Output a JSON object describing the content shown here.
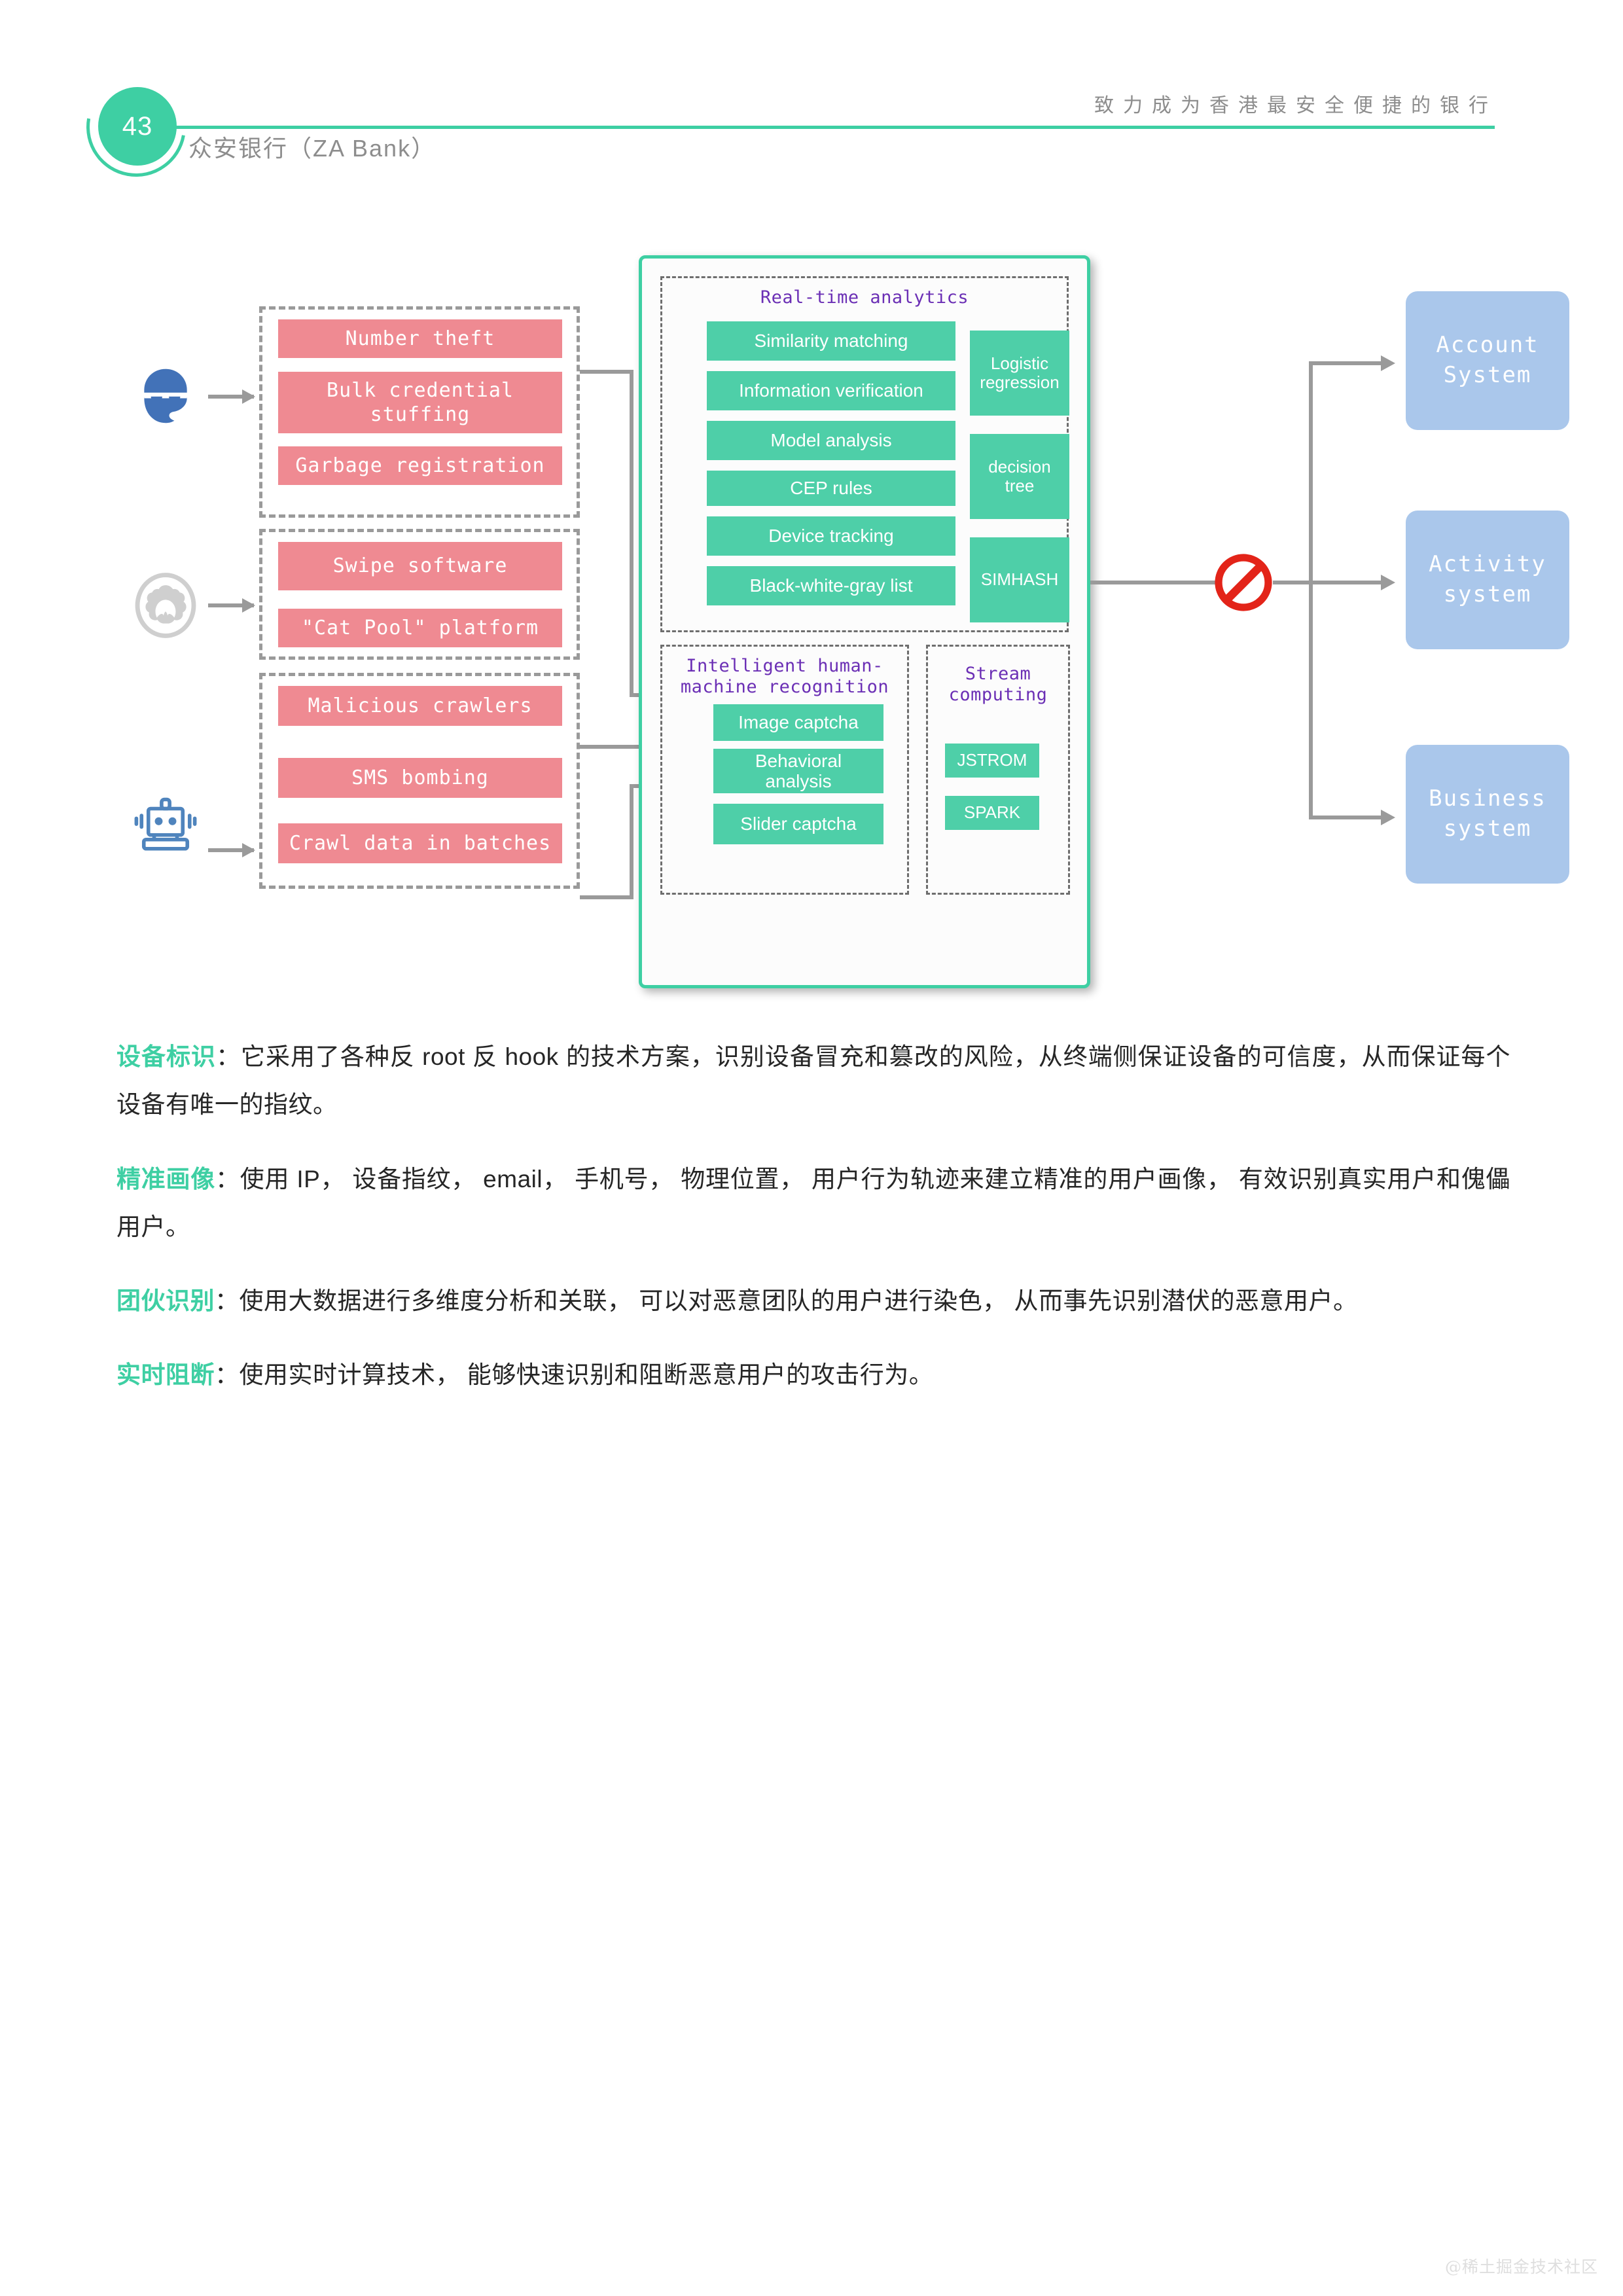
{
  "header": {
    "page_number": "43",
    "subtitle": "众安银行（ZA Bank）",
    "tagline": "致力成为香港最安全便捷的银行"
  },
  "diagram": {
    "actors": [
      {
        "icon": "hacker-icon",
        "name": "hacker"
      },
      {
        "icon": "sheep-icon",
        "name": "wool-party"
      },
      {
        "icon": "robot-icon",
        "name": "bot"
      }
    ],
    "threat_groups": [
      {
        "group": "hacker-threats",
        "items": [
          "Number theft",
          "Bulk credential\nstuffing",
          "Garbage registration"
        ]
      },
      {
        "group": "wool-party-threats",
        "items": [
          "Swipe software",
          "\"Cat Pool\" platform"
        ]
      },
      {
        "group": "bot-threats",
        "items": [
          "Malicious crawlers",
          "SMS bombing",
          "Crawl data in batches"
        ]
      }
    ],
    "engine": {
      "realtime": {
        "title": "Real-time analytics",
        "left_items": [
          "Similarity matching",
          "Information verification",
          "Model analysis",
          "CEP rules",
          "Device tracking",
          "Black-white-gray list"
        ],
        "right_items": [
          "Logistic\nregression",
          "decision\ntree",
          "SIMHASH"
        ]
      },
      "human_machine": {
        "title": "Intelligent human-\nmachine recognition",
        "items": [
          "Image captcha",
          "Behavioral\nanalysis",
          "Slider captcha"
        ]
      },
      "stream": {
        "title": "Stream\ncomputing",
        "items": [
          "JSTROM",
          "SPARK"
        ]
      }
    },
    "block_marker": "no-entry-icon",
    "systems": [
      "Account\nSystem",
      "Activity\nsystem",
      "Business\nsystem"
    ],
    "colors": {
      "threat_chip": "#ef8a92",
      "engine_chip": "#4ecfa8",
      "engine_border": "#3ecfa3",
      "system_box": "#aac7eb",
      "dashed_line": "#9a9a9a",
      "title_purple": "#6b2fb5",
      "block_red": "#e32419"
    }
  },
  "body": {
    "paragraphs": [
      {
        "lead": "设备标识",
        "sep": "：",
        "text": "它采用了各种反 root 反 hook 的技术方案，识别设备冒充和篡改的风险，从终端侧保证设备的可信度，从而保证每个设备有唯一的指纹。"
      },
      {
        "lead": "精准画像",
        "sep": "：",
        "text": "使用 IP， 设备指纹， email， 手机号， 物理位置， 用户行为轨迹来建立精准的用户画像， 有效识别真实用户和傀儡用户。"
      },
      {
        "lead": "团伙识别",
        "sep": "：",
        "text": "使用大数据进行多维度分析和关联， 可以对恶意团队的用户进行染色， 从而事先识别潜伏的恶意用户。"
      },
      {
        "lead": "实时阻断",
        "sep": "：",
        "text": "使用实时计算技术， 能够快速识别和阻断恶意用户的攻击行为。"
      }
    ]
  },
  "watermark": "@稀土掘金技术社区"
}
